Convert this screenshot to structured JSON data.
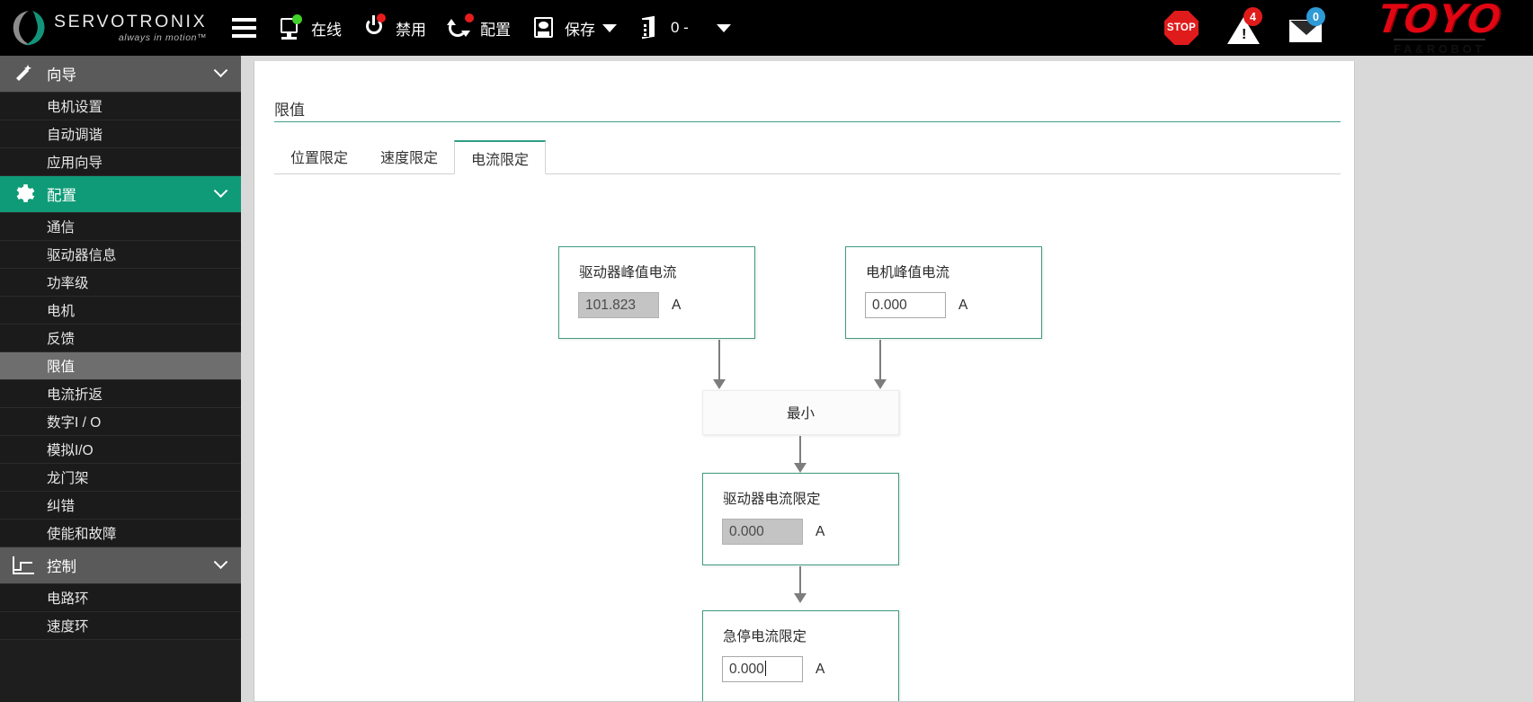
{
  "topbar": {
    "brand_name": "SERVOTRONIX",
    "brand_tagline": "always in motion™",
    "menu_icon": "hamburger-icon",
    "items": [
      {
        "label": "在线",
        "icon": "monitor-online-icon",
        "status": "green"
      },
      {
        "label": "禁用",
        "icon": "power-disable-icon",
        "status": "red"
      },
      {
        "label": "配置",
        "icon": "config-refresh-icon",
        "status": "red"
      },
      {
        "label": "保存",
        "icon": "save-floppy-icon",
        "caret": true
      }
    ],
    "axis_selector": {
      "icon": "drive-axis-icon",
      "value": "0 -",
      "caret": true
    },
    "stop_label": "STOP",
    "warning_count": "4",
    "message_count": "0",
    "partner_logo": {
      "word": "TOYO",
      "sub": "FA&ROBOT"
    }
  },
  "sidebar": {
    "groups": [
      {
        "label": "向导",
        "icon": "wand-icon",
        "active": false,
        "items": [
          {
            "label": "电机设置",
            "selected": false
          },
          {
            "label": "自动调谐",
            "selected": false
          },
          {
            "label": "应用向导",
            "selected": false
          }
        ]
      },
      {
        "label": "配置",
        "icon": "gear-icon",
        "active": true,
        "items": [
          {
            "label": "通信",
            "selected": false
          },
          {
            "label": "驱动器信息",
            "selected": false
          },
          {
            "label": "功率级",
            "selected": false
          },
          {
            "label": "电机",
            "selected": false
          },
          {
            "label": "反馈",
            "selected": false
          },
          {
            "label": "限值",
            "selected": true
          },
          {
            "label": "电流折返",
            "selected": false
          },
          {
            "label": "数字I / O",
            "selected": false
          },
          {
            "label": "模拟I/O",
            "selected": false
          },
          {
            "label": "龙门架",
            "selected": false
          },
          {
            "label": "纠错",
            "selected": false
          },
          {
            "label": "使能和故障",
            "selected": false
          }
        ]
      },
      {
        "label": "控制",
        "icon": "chart-control-icon",
        "active": false,
        "items": [
          {
            "label": "电路环",
            "selected": false
          },
          {
            "label": "速度环",
            "selected": false
          }
        ]
      }
    ]
  },
  "main": {
    "page_title": "限值",
    "tabs": [
      {
        "label": "位置限定",
        "active": false
      },
      {
        "label": "速度限定",
        "active": false
      },
      {
        "label": "电流限定",
        "active": true
      }
    ],
    "flow": {
      "drive_peak": {
        "label": "驱动器峰值电流",
        "value": "101.823",
        "unit": "A",
        "disabled": true
      },
      "motor_peak": {
        "label": "电机峰值电流",
        "value": "0.000",
        "unit": "A",
        "disabled": false
      },
      "min_node": {
        "label": "最小"
      },
      "drive_current_limit": {
        "label": "驱动器电流限定",
        "value": "0.000",
        "unit": "A",
        "disabled": true
      },
      "estop_current_limit": {
        "label": "急停电流限定",
        "value": "0.000",
        "unit": "A",
        "disabled": false,
        "focused": true
      }
    }
  },
  "colors": {
    "accent_green": "#0f9b77",
    "node_border": "#3f9b83",
    "sidebar_bg": "#1e1e1e",
    "sidebar_selected": "#6e6e6e",
    "topbar_bg": "#000000",
    "stop_red": "#e01b1b",
    "badge_blue": "#2e9ad6",
    "brand_red": "#e20613"
  }
}
